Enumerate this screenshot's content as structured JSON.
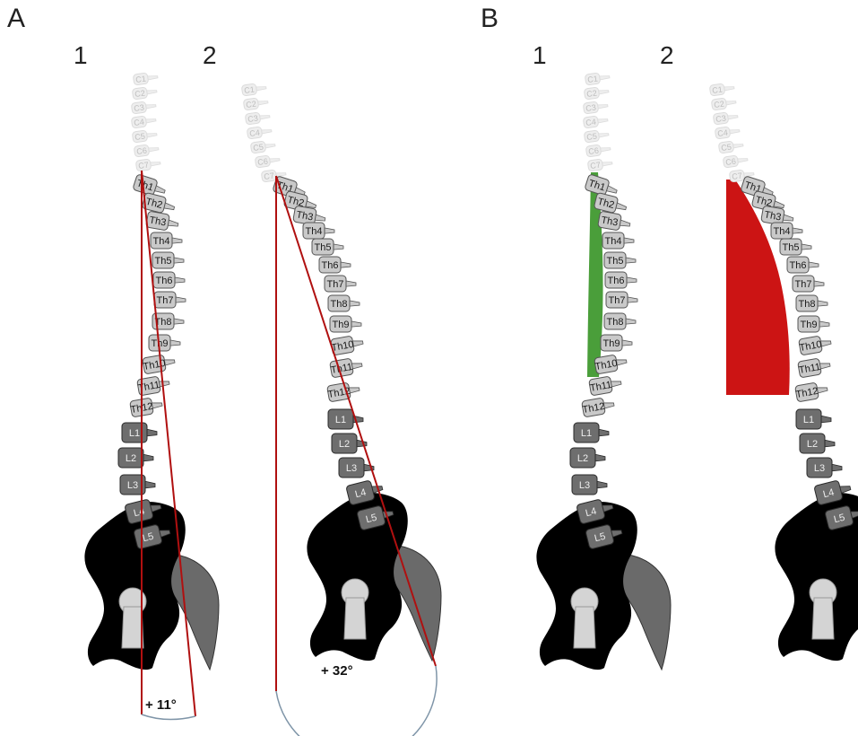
{
  "panels": [
    {
      "letter": "A",
      "sub": [
        "1",
        "2"
      ],
      "angles": [
        "+ 11°",
        "+ 32°"
      ]
    },
    {
      "letter": "B",
      "sub": [
        "1",
        "2"
      ]
    }
  ],
  "labels": {
    "cervical": [
      "C1",
      "C2",
      "C3",
      "C4",
      "C5",
      "C6",
      "C7"
    ],
    "thoracic": [
      "Th1",
      "Th2",
      "Th3",
      "Th4",
      "Th5",
      "Th6",
      "Th7",
      "Th8",
      "Th9",
      "Th10",
      "Th11",
      "Th12"
    ],
    "lumbar": [
      "L1",
      "L2",
      "L3",
      "L4",
      "L5"
    ]
  },
  "colors": {
    "cervical": "#eeeeee",
    "thoracic": "#c9c9c9",
    "lumbar": "#6e6e6e",
    "pelvis": "#000000",
    "femur": "#d4d4d4",
    "sacrum": "#6a6a6a",
    "line": "#b01010",
    "arc": "#7f95a8",
    "fill_normal": "#4a9e3a",
    "fill_kyphosis": "#cc1414"
  }
}
